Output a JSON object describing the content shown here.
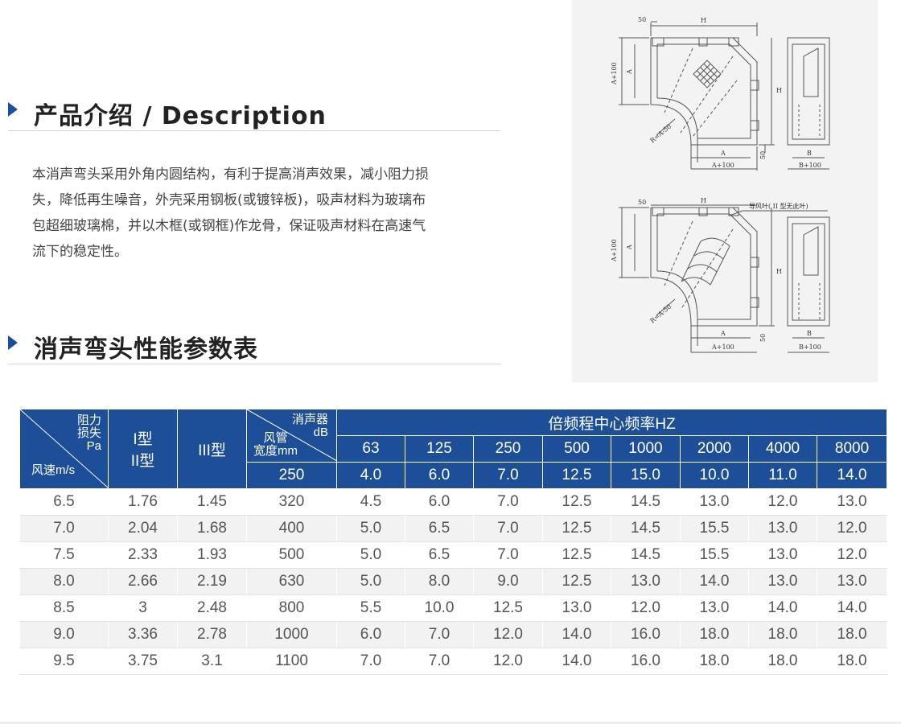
{
  "sections": {
    "description_title": "产品介绍 / Description",
    "performance_title": "消声弯头性能参数表"
  },
  "description": {
    "lines": [
      "本消声弯头采用外角内圆结构，有利于提高消声效果，减小阻力损",
      "失，降低再生噪音，外壳采用钢板(或镀锌板)，吸声材料为玻璃布",
      "包超细玻璃棉，并以木框(或钢框)作龙骨，保证吸声材料在高速气",
      "流下的稳定性。"
    ]
  },
  "diagram": {
    "top": {
      "dim_50": "50",
      "dim_h_top": "H",
      "dim_a100_left": "A+100",
      "dim_a_left": "A",
      "dim_h_right": "H",
      "dim_radius": "R=A-50",
      "dim_a_bottom": "A",
      "dim_a100_bottom": "A+100",
      "dim_50_right": "50",
      "dim_b": "B",
      "dim_b100": "B+100"
    },
    "bottom": {
      "dim_50": "50",
      "dim_h_top": "H",
      "note": "导风叶( II 型无此叶)",
      "dim_a100_left": "A+100",
      "dim_a_left": "A",
      "dim_h_right": "H",
      "dim_radius": "R=A-50",
      "dim_a_bottom": "A",
      "dim_a100_bottom": "A+100",
      "dim_50_right": "50",
      "dim_b": "B",
      "dim_b100": "B+100"
    }
  },
  "table": {
    "corner": {
      "top_line1": "阻力",
      "top_line2": "损失",
      "top_line3": "Pa",
      "bottom": "风速m/s"
    },
    "type_1_line1": "I型",
    "type_1_line2": "II型",
    "type_3": "III型",
    "muffler_corner": {
      "top_line1": "消声器",
      "top_line2": "dB",
      "bottom_line1": "风管",
      "bottom_line2": "宽度mm"
    },
    "freq_header": "倍频程中心频率HZ",
    "frequencies": [
      "63",
      "125",
      "250",
      "500",
      "1000",
      "2000",
      "4000",
      "8000"
    ],
    "first_row": {
      "width": "250",
      "values": [
        "4.0",
        "6.0",
        "7.0",
        "12.5",
        "15.0",
        "10.0",
        "11.0",
        "14.0"
      ]
    },
    "rows": [
      {
        "speed": "6.5",
        "type1": "1.76",
        "type3": "1.45",
        "width": "320",
        "values": [
          "4.5",
          "6.0",
          "7.0",
          "12.5",
          "14.5",
          "13.0",
          "12.0",
          "13.0"
        ]
      },
      {
        "speed": "7.0",
        "type1": "2.04",
        "type3": "1.68",
        "width": "400",
        "values": [
          "5.0",
          "6.5",
          "7.0",
          "12.5",
          "14.5",
          "15.5",
          "13.0",
          "12.0"
        ]
      },
      {
        "speed": "7.5",
        "type1": "2.33",
        "type3": "1.93",
        "width": "500",
        "values": [
          "5.0",
          "6.5",
          "7.0",
          "12.5",
          "14.5",
          "15.5",
          "13.0",
          "12.0"
        ]
      },
      {
        "speed": "8.0",
        "type1": "2.66",
        "type3": "2.19",
        "width": "630",
        "values": [
          "5.0",
          "8.0",
          "9.0",
          "12.5",
          "13.0",
          "14.0",
          "13.0",
          "13.0"
        ]
      },
      {
        "speed": "8.5",
        "type1": "3",
        "type3": "2.48",
        "width": "800",
        "values": [
          "5.5",
          "10.0",
          "12.5",
          "13.0",
          "12.0",
          "13.0",
          "14.0",
          "14.0"
        ]
      },
      {
        "speed": "9.0",
        "type1": "3.36",
        "type3": "2.78",
        "width": "1000",
        "values": [
          "6.0",
          "7.0",
          "12.0",
          "14.0",
          "16.0",
          "18.0",
          "18.0",
          "18.0"
        ]
      },
      {
        "speed": "9.5",
        "type1": "3.75",
        "type3": "3.1",
        "width": "1100",
        "values": [
          "7.0",
          "7.0",
          "12.0",
          "14.0",
          "16.0",
          "18.0",
          "18.0",
          "18.0"
        ]
      }
    ]
  },
  "colors": {
    "header_blue": "#1d4f99",
    "arrow_blue": "#1b4f9c"
  }
}
